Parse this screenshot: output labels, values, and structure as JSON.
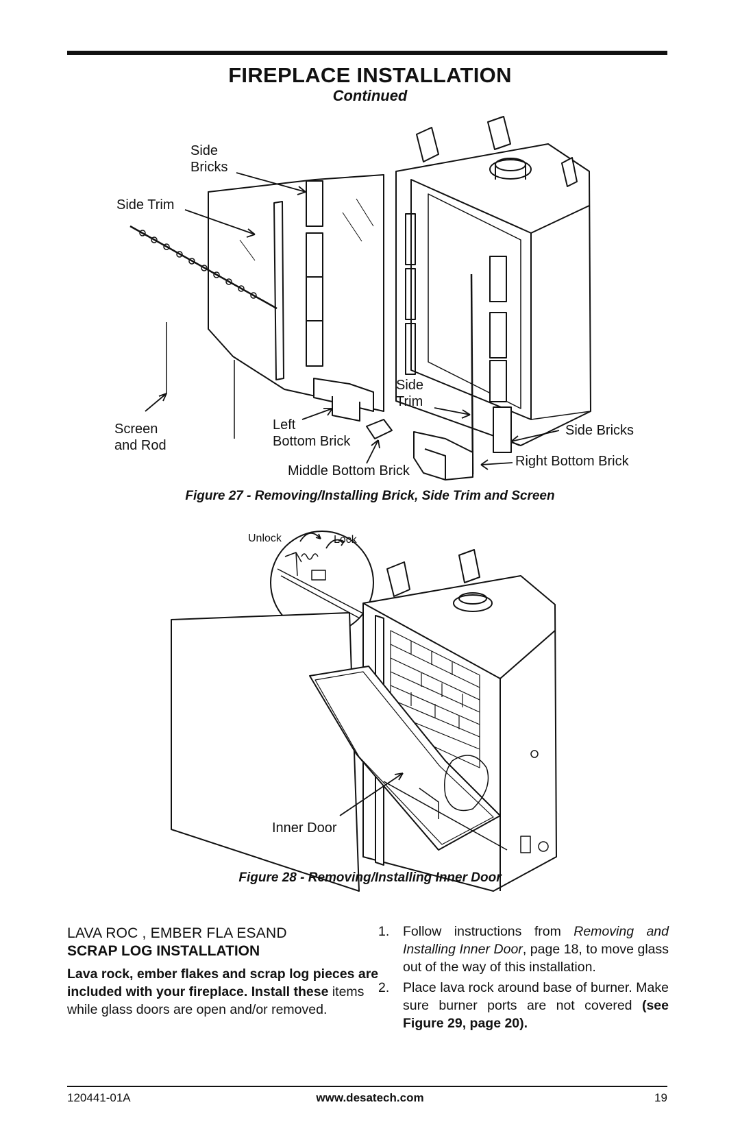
{
  "header": {
    "title": "FIREPLACE INSTALLATION",
    "subtitle": "Continued"
  },
  "figure27": {
    "labels": {
      "side_bricks_top": [
        "Side",
        "Bricks"
      ],
      "side_trim_left": "Side Trim",
      "screen_and_rod": [
        "Screen",
        "and Rod"
      ],
      "left_bottom_brick": [
        "Left",
        "Bottom Brick"
      ],
      "middle_bottom_brick": "Middle Bottom Brick",
      "side_trim_right": [
        "Side",
        "Trim"
      ],
      "side_bricks_right": "Side Bricks",
      "right_bottom_brick": "Right Bottom Brick"
    },
    "caption": "Figure 27 - Removing/Installing Brick, Side Trim and Screen"
  },
  "figure28": {
    "labels": {
      "unlock": "Unlock",
      "lock": "Lock",
      "inner_door": "Inner Door"
    },
    "caption": "Figure 28 - Removing/Installing Inner Door"
  },
  "section": {
    "heading_line1": "LAVA ROC   , EMBER FLA   ESAND",
    "heading_line2": "SCRAP LOG INSTALLATION",
    "intro_bold": "Lava rock, ember flakes and scrap log pieces are included with your fireplace. Install these",
    "intro_rest": " items while glass doors are open and/or removed.",
    "steps": [
      {
        "num": "1.",
        "text_a": "Follow instructions from ",
        "text_italic": "Removing and Installing Inner Door",
        "text_b": ", page 18, to move glass out of the way of this installation."
      },
      {
        "num": "2.",
        "text_a": "Place lava rock around base of burner. Make sure burner ports are not covered ",
        "text_bold": "(see Figure 29, page 20)."
      }
    ]
  },
  "footer": {
    "doc_number": "120441-01A",
    "website": "www.desatech.com",
    "page_number": "19"
  }
}
